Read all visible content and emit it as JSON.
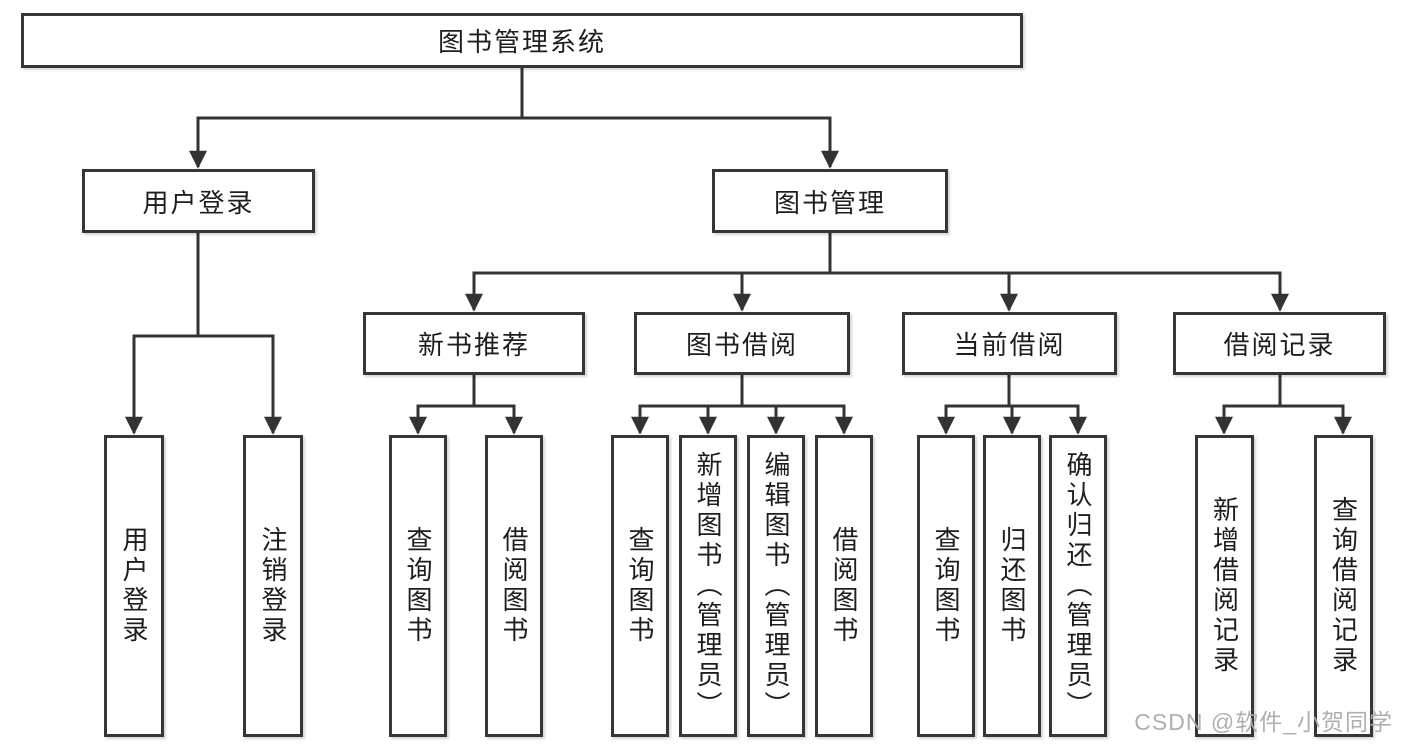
{
  "diagram": {
    "title_node": "图书管理系统",
    "level2": {
      "user_login": "用户登录",
      "book_mgmt": "图书管理"
    },
    "level3": {
      "new_books": "新书推荐",
      "book_borrow": "图书借阅",
      "current_borrow": "当前借阅",
      "borrow_records": "借阅记录"
    },
    "leaves": {
      "user_login": [
        "用户登录",
        "注销登录"
      ],
      "new_books": [
        "查询图书",
        "借阅图书"
      ],
      "book_borrow": [
        "查询图书",
        "新增图书（管理员）",
        "编辑图书（管理员）",
        "借阅图书"
      ],
      "current_borrow": [
        "查询图书",
        "归还图书",
        "确认归还（管理员）"
      ],
      "borrow_records": [
        "新增借阅记录",
        "查询借阅记录"
      ]
    },
    "colors": {
      "border": "#363636",
      "line": "#333333",
      "text": "#1e1e1e",
      "background": "#ffffff",
      "watermark": "#ababab"
    }
  },
  "watermark": {
    "text": "CSDN @软件_小贺同学"
  }
}
